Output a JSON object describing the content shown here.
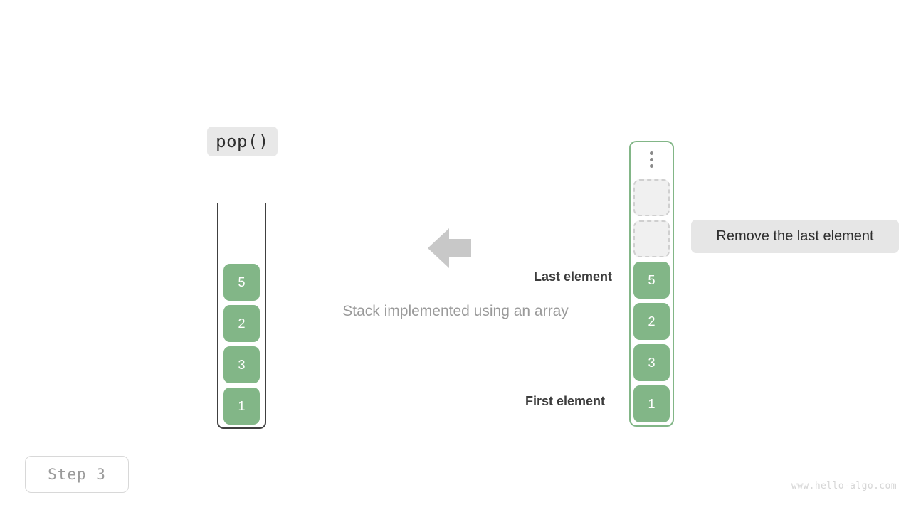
{
  "operation": {
    "label": "pop()"
  },
  "left_stack": {
    "name": "stack-vessel",
    "items": [
      {
        "value": "1"
      },
      {
        "value": "3"
      },
      {
        "value": "2"
      },
      {
        "value": "5"
      }
    ]
  },
  "arrow": {
    "icon": "arrow-left-icon",
    "direction": "left",
    "color": "#c8c8c8"
  },
  "caption": {
    "text": "Stack implemented using an array"
  },
  "annotations": {
    "last_element": "Last element",
    "first_element": "First element"
  },
  "right_array": {
    "name": "array-container",
    "ellipsis_icon": "vertical-ellipsis-icon",
    "border_color": "#82b687",
    "slots": [
      {
        "value": "1",
        "state": "filled"
      },
      {
        "value": "3",
        "state": "filled"
      },
      {
        "value": "2",
        "state": "filled"
      },
      {
        "value": "5",
        "state": "filled"
      },
      {
        "value": "",
        "state": "empty"
      },
      {
        "value": "",
        "state": "empty"
      }
    ]
  },
  "hint": {
    "text": "Remove the last element"
  },
  "step": {
    "label": "Step 3"
  },
  "watermark": {
    "text": "www.hello-algo.com"
  },
  "colors": {
    "element_fill": "#82b687",
    "element_text": "#ffffff",
    "empty_fill": "#f0f0f0",
    "empty_border": "#cfcfcf",
    "vessel_border": "#404040",
    "pill_bg": "#e8e8e8",
    "caption_text": "#9a9a9a"
  }
}
